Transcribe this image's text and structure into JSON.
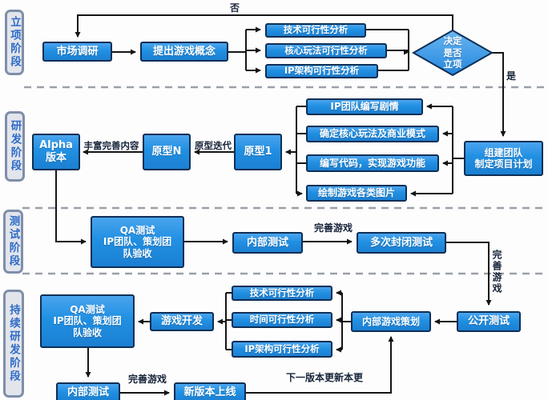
{
  "phases": [
    {
      "label": "立项阶段"
    },
    {
      "label": "研发阶段"
    },
    {
      "label": "测试阶段"
    },
    {
      "label": "持续研发阶段"
    }
  ],
  "nodes": {
    "market_research": "市场调研",
    "game_concept": "提出游戏概念",
    "tech_feasibility_1": "技术可行性分析",
    "gameplay_feasibility": "核心玩法可行性分析",
    "ip_feasibility_1": "IP架构可行性分析",
    "decision": "决定\n是否\n立项",
    "team_plan": "组建团队\n制定项目计划",
    "alpha": "Alpha\n版本",
    "prototype_n": "原型N",
    "prototype_1": "原型1",
    "ip_story": "IP团队编写剧情",
    "core_business": "确定核心玩法及商业模式",
    "coding": "编写代码，实现游戏功能",
    "artwork": "绘制游戏各类图片",
    "qa_test_1": "QA测试\nIP团队、策划团\n队验收",
    "internal_test_1": "内部测试",
    "closed_beta": "多次封闭测试",
    "qa_test_2": "QA测试\nIP团队、策划团\n队验收",
    "game_dev": "游戏开发",
    "tech_feasibility_2": "技术可行性分析",
    "time_feasibility": "时间可行性分析",
    "ip_feasibility_2": "IP架构可行性分析",
    "internal_planning": "内部游戏策划",
    "open_beta": "公开测试",
    "internal_test_2": "内部测试",
    "new_version": "新版本上线"
  },
  "edge_labels": {
    "no": "否",
    "yes": "是",
    "enrich_content": "丰富完善内容",
    "prototype_iteration": "原型迭代",
    "improve_game_1": "完善游戏",
    "improve_game_vertical": "完善游戏",
    "improve_game_2": "完善游戏",
    "next_version_update": "下一版本更新本更"
  },
  "colors": {
    "node_fill": "#2190e2",
    "node_border": "#0e2f55",
    "node_text": "#ffffff",
    "phase_fill": "#e2e5eb",
    "phase_border": "#7f8ea9",
    "phase_text": "#2f6cc8",
    "line": "#151515",
    "dashed_line": "#9aa0a8",
    "background": "#fdfdfd"
  }
}
